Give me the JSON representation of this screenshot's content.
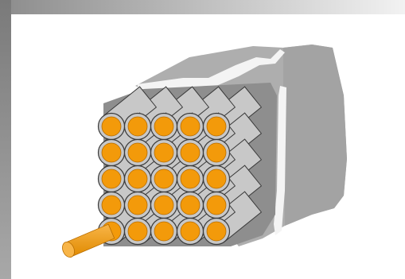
{
  "figure": {
    "subject": "",
    "grid": {
      "rows": 5,
      "cols": 5
    },
    "extruded_rod": {
      "row": 4,
      "col": 0
    },
    "colors": {
      "frame_dark": "#8a8a8a",
      "frame_light": "#e6e6e6",
      "background": "#ffffff",
      "sheath": "#aeaeae",
      "sheath_dark": "#9a9a9a",
      "band": "#f4f4f4",
      "tube_gray": "#c8c8c8",
      "tube_edge": "#3a3a3a",
      "core": "#f39a0a",
      "core_light": "#f8b548"
    }
  }
}
